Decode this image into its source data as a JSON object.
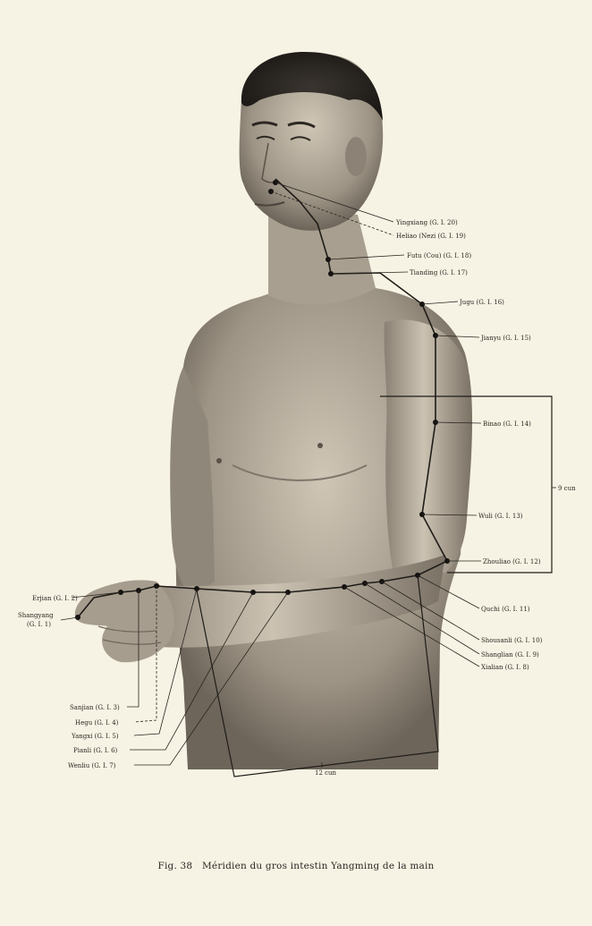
{
  "caption": {
    "fig": "Fig. 38",
    "text": "Méridien du gros intestin Yangming de la main"
  },
  "points": [
    {
      "id": "yingxiang",
      "label": "Yingxiang (G. I. 20)"
    },
    {
      "id": "heliao",
      "label": "Heliao (Nezi (G. I. 19)"
    },
    {
      "id": "futu",
      "label": "Futu (Cou) (G. I. 18)"
    },
    {
      "id": "tianding",
      "label": "Tianding (G. I. 17)"
    },
    {
      "id": "jugu",
      "label": "Jugu (G. I. 16)"
    },
    {
      "id": "jianyu",
      "label": "Jianyu (G. I. 15)"
    },
    {
      "id": "binao",
      "label": "Binao (G. I. 14)"
    },
    {
      "id": "wuli",
      "label": "Wuli (G. I. 13)"
    },
    {
      "id": "zhouliao",
      "label": "Zhouliao (G. I. 12)"
    },
    {
      "id": "quchi",
      "label": "Quchi (G. I. 11)"
    },
    {
      "id": "shousanli",
      "label": "Shousanli (G. I. 10)"
    },
    {
      "id": "shanglian",
      "label": "Shanglian (G. I. 9)"
    },
    {
      "id": "xialian",
      "label": "Xialian (G. I. 8)"
    },
    {
      "id": "erjian",
      "label": "Erjian (G. I. 2)"
    },
    {
      "id": "shangyang_name",
      "label": "Shangyang"
    },
    {
      "id": "shangyang_code",
      "label": "(G. I. 1)"
    },
    {
      "id": "sanjian",
      "label": "Sanjian (G. I. 3)"
    },
    {
      "id": "hegu",
      "label": "Hegu (G. I. 4)"
    },
    {
      "id": "yangxi",
      "label": "Yangxi (G. I. 5)"
    },
    {
      "id": "pianli",
      "label": "Pianli (G. I. 6)"
    },
    {
      "id": "wenliu",
      "label": "Wenliu (G. I. 7)"
    }
  ],
  "measures": {
    "upper_arm": "9 cun",
    "forearm": "12 cun"
  }
}
